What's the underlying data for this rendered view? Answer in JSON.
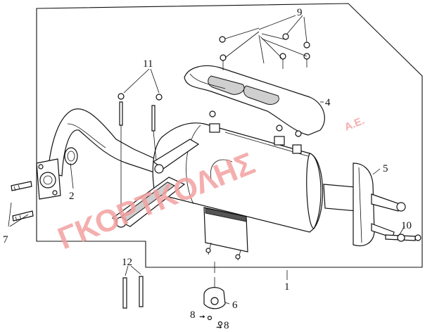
{
  "diagram": {
    "callouts": {
      "c1": "1",
      "c2": "2",
      "c4": "4",
      "c5": "5",
      "c6": "6",
      "c7": "7",
      "c8a": "8",
      "c8b": "8",
      "c9": "9",
      "c10": "10",
      "c11": "11",
      "c12": "12"
    },
    "watermark": {
      "main": "ΓΚΟΡΤΚΟΛΗΣ",
      "suffix": "A.E."
    }
  }
}
